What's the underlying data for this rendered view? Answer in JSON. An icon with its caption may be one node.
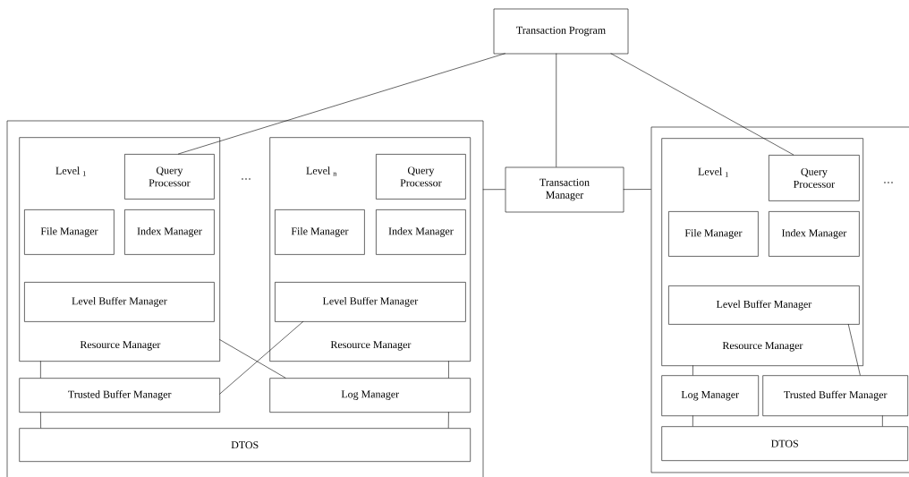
{
  "diagram": {
    "nodes": [
      {
        "text": [
          "Transaction Program"
        ]
      },
      {
        "text": [
          "Transaction Manager"
        ]
      },
      {
        "text": [],
        "shape": "box"
      },
      {
        "text": [
          "Level $_{1}$",
          "Resource Manager"
        ],
        "in": 2
      },
      {
        "text": [
          "Query Processor"
        ],
        "in": 3
      },
      {
        "text": [
          "File Manager"
        ],
        "in": 3
      },
      {
        "text": [
          "Index Manager"
        ],
        "in": 3
      },
      {
        "text": [
          "Level Buffer Manager"
        ],
        "in": 3
      },
      {
        "text": [
          "Level $_{n}$",
          "Resource Manager"
        ],
        "in": 2
      },
      {
        "text": [
          "Query Processor"
        ],
        "in": 8
      },
      {
        "text": [
          "File Manager"
        ],
        "in": 8
      },
      {
        "text": [
          "Index Manager"
        ],
        "in": 8
      },
      {
        "text": [
          "Level Buffer Manager"
        ],
        "in": 8
      },
      {
        "text": [
          "Trusted Buffer Manager"
        ],
        "in": 2
      },
      {
        "text": [
          "Log Manager"
        ],
        "in": 2
      },
      {
        "text": [
          "DTOS"
        ],
        "in": 2
      },
      {
        "text": [],
        "shape": "box"
      },
      {
        "text": [
          "Level $_{1}$",
          "Resource Manager"
        ],
        "in": 16
      },
      {
        "text": [
          "Query Processor"
        ],
        "in": 17
      },
      {
        "text": [
          "File Manager"
        ],
        "in": 17
      },
      {
        "text": [
          "Index Manager"
        ],
        "in": 17
      },
      {
        "text": [
          "Level Buffer Manager"
        ],
        "in": 17
      },
      {
        "text": [
          "Log Manager"
        ],
        "in": 16
      },
      {
        "text": [
          "Trusted Buffer Manager"
        ],
        "in": 16
      },
      {
        "text": [
          "DTOS"
        ],
        "in": 16
      }
    ],
    "edges": [
      {
        "from": 0,
        "to": 4,
        "arrow": "none"
      },
      {
        "from": 0,
        "to": 1,
        "arrow": "none"
      },
      {
        "from": 0,
        "to": 18,
        "arrow": "none"
      },
      {
        "from": 1,
        "to": 2,
        "arrow": "none"
      },
      {
        "from": 1,
        "to": 16,
        "arrow": "none"
      },
      {
        "from": 3,
        "to": 13,
        "arrow": "none"
      },
      {
        "from": 13,
        "to": 15,
        "arrow": "none"
      },
      {
        "from": 8,
        "to": 14,
        "arrow": "none"
      },
      {
        "from": 14,
        "to": 15,
        "arrow": "none"
      },
      {
        "from": 3,
        "to": 14,
        "arrow": "none"
      },
      {
        "from": 12,
        "to": 13,
        "arrow": "none"
      },
      {
        "from": 17,
        "to": 22,
        "arrow": "none"
      },
      {
        "from": 22,
        "to": 24,
        "arrow": "none"
      },
      {
        "from": 21,
        "to": 23,
        "arrow": "none"
      },
      {
        "from": 23,
        "to": 24,
        "arrow": "none"
      }
    ],
    "labels": [
      "…",
      "…"
    ]
  }
}
